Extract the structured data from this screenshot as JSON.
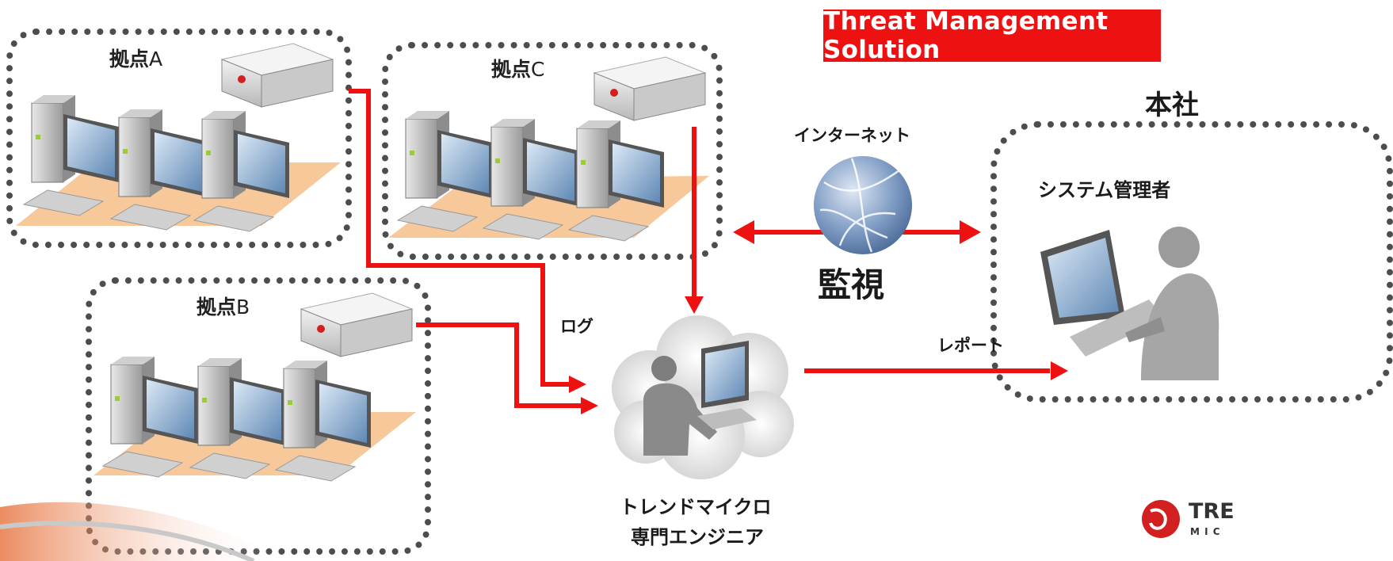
{
  "banner": {
    "title": "Threat Management Solution"
  },
  "sites": {
    "a": {
      "prefix": "拠点",
      "suffix": "A"
    },
    "b": {
      "prefix": "拠点",
      "suffix": "B"
    },
    "c": {
      "prefix": "拠点",
      "suffix": "C"
    }
  },
  "hq": {
    "title": "本社",
    "admin_label": "システム管理者"
  },
  "internet": {
    "label": "インターネット",
    "monitor_label": "監視"
  },
  "flow": {
    "log_label": "ログ",
    "report_label": "レポート"
  },
  "engineer": {
    "line1": "トレンドマイクロ",
    "line2": "専門エンジニア"
  },
  "logo": {
    "line1": "TRE",
    "line2": "M I C"
  },
  "colors": {
    "accent": "#ee1111",
    "border": "#4d4d4d",
    "floor": "#f6c89a"
  }
}
